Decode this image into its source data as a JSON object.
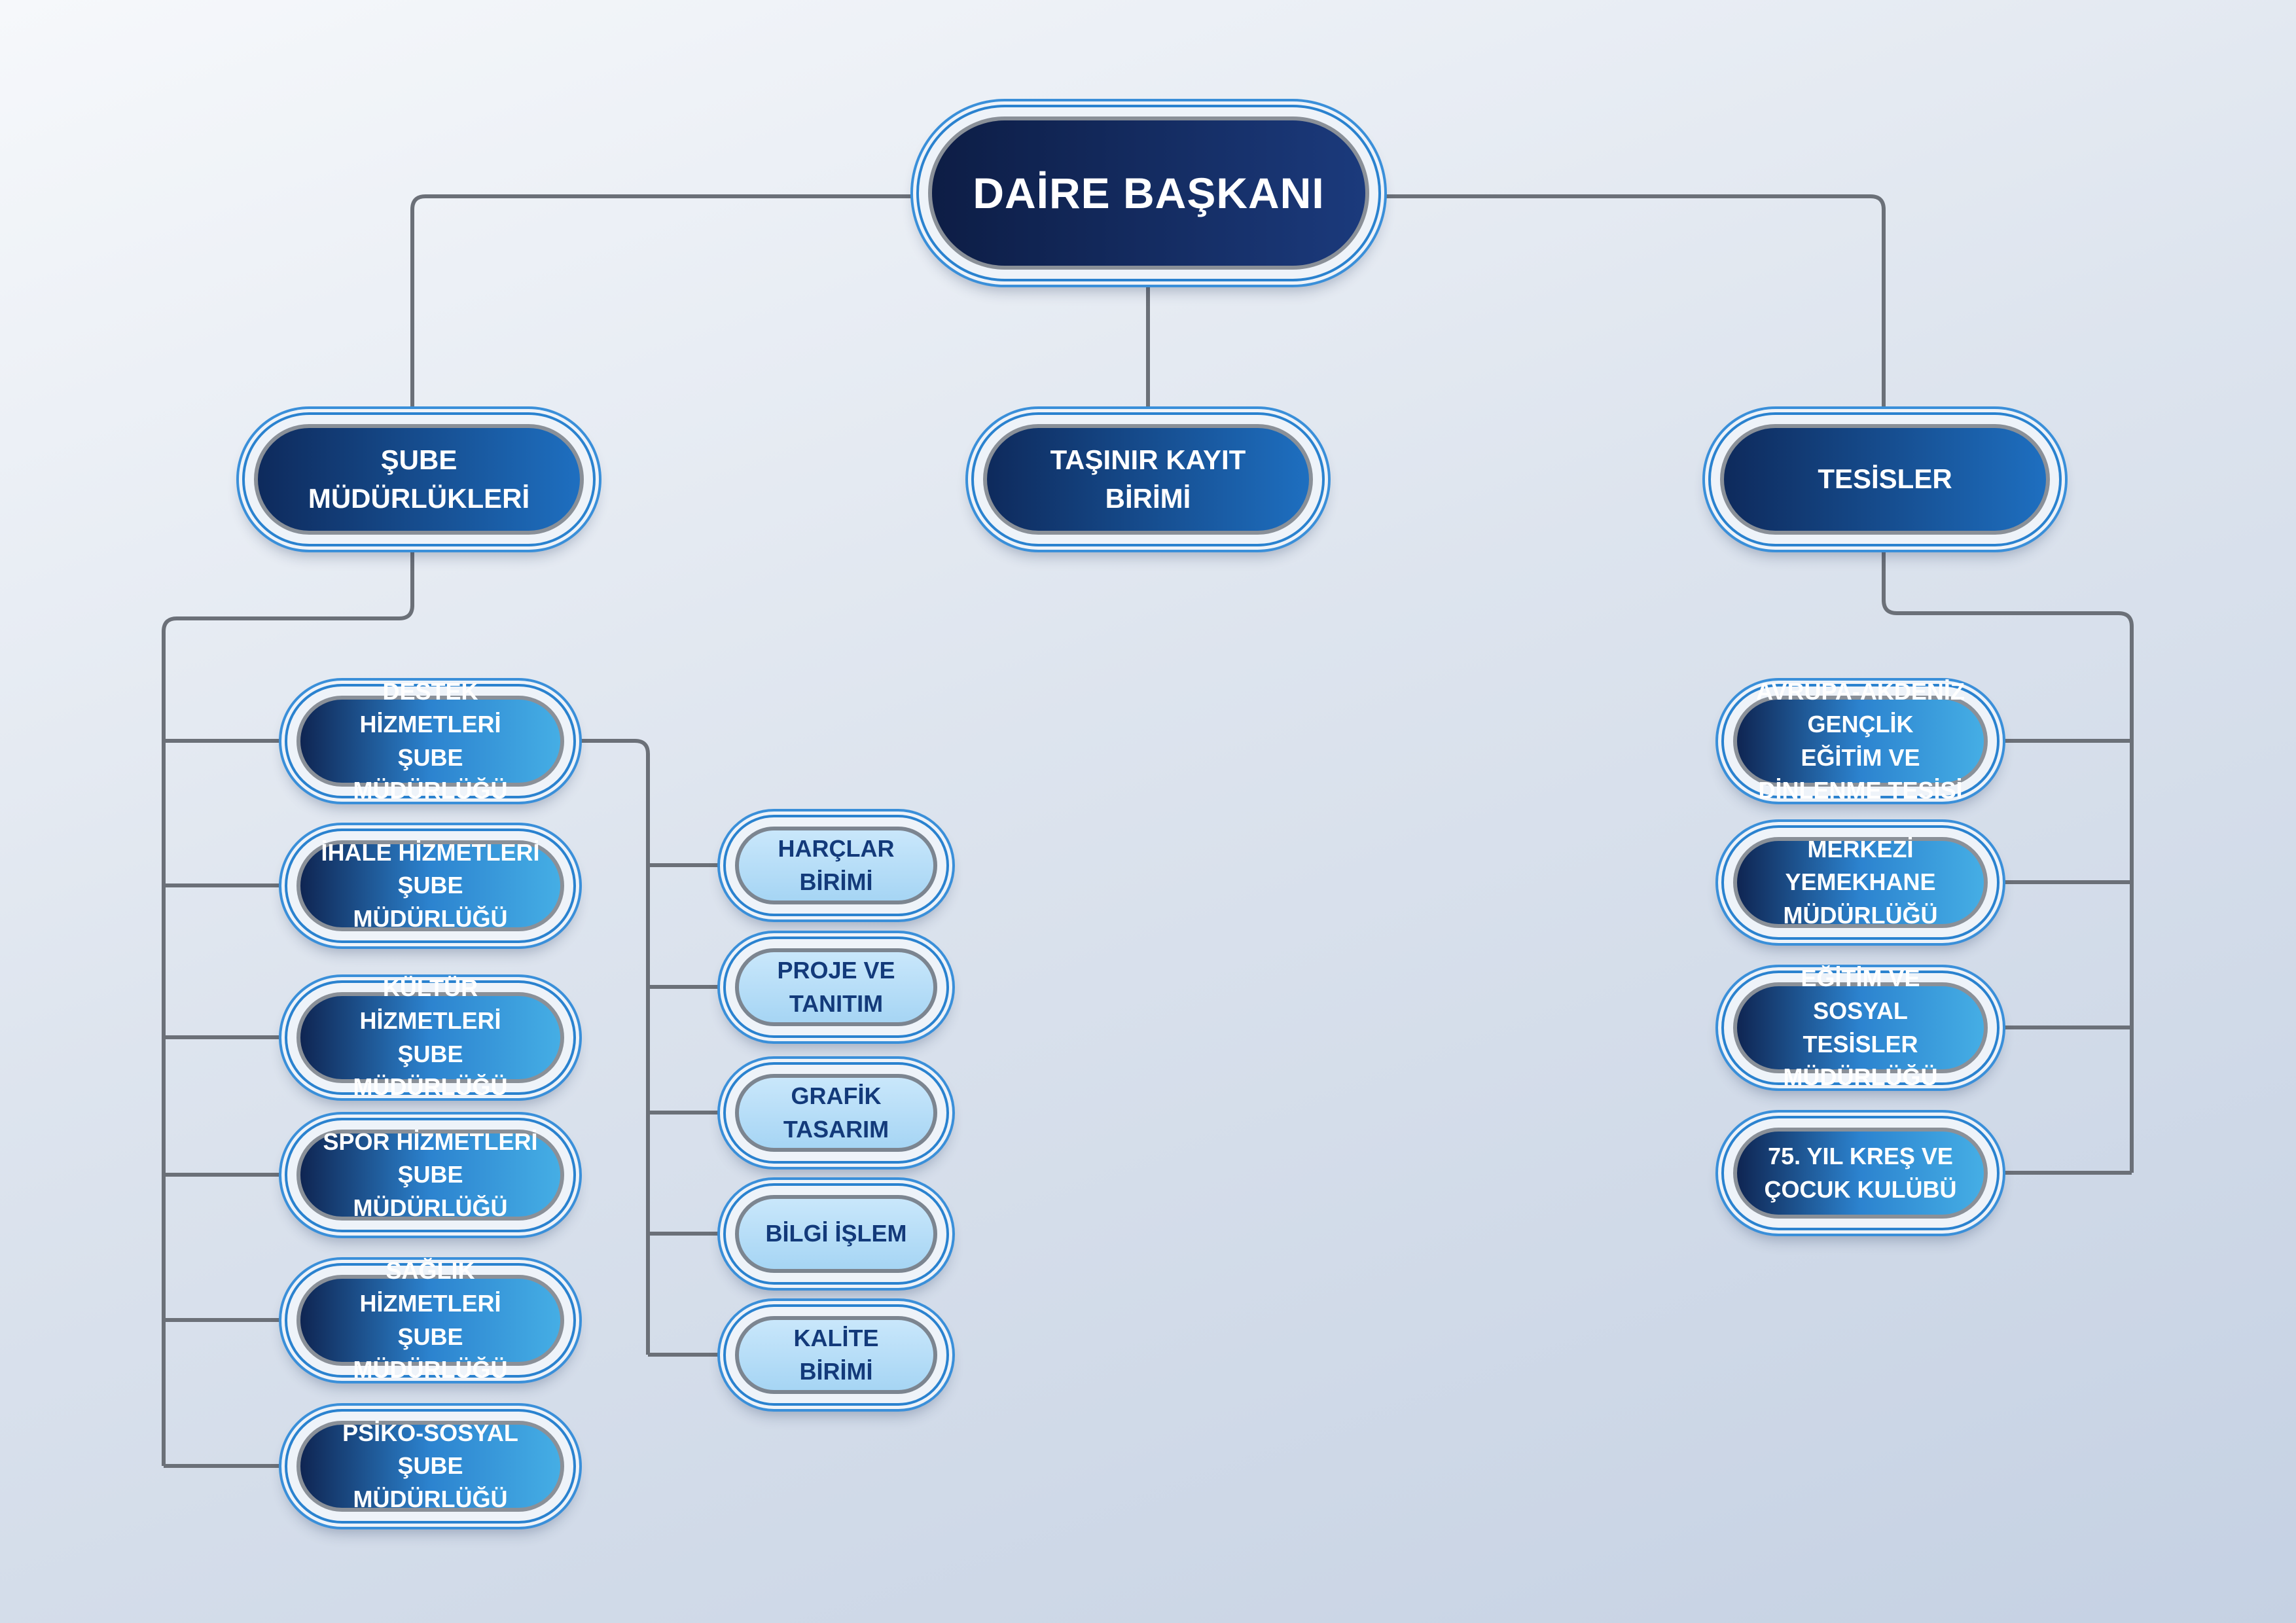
{
  "root": {
    "label": "DAİRE BAŞKANI"
  },
  "level1": [
    {
      "label": "ŞUBE MÜDÜRLÜKLERİ"
    },
    {
      "label": "TAŞINIR KAYIT BİRİMİ"
    },
    {
      "label": "TESİSLER"
    }
  ],
  "sube_mudurlukleri": [
    {
      "label": "DESTEK HİZMETLERİ\nŞUBE MÜDÜRLÜĞÜ"
    },
    {
      "label": "İHALE HİZMETLERİ\nŞUBE MÜDÜRLÜĞÜ"
    },
    {
      "label": "KÜLTÜR HİZMETLERİ\nŞUBE MÜDÜRLÜĞÜ"
    },
    {
      "label": "SPOR HİZMETLERİ\nŞUBE MÜDÜRLÜĞÜ"
    },
    {
      "label": "SAĞLIK HİZMETLERİ\nŞUBE MÜDÜRLÜĞÜ"
    },
    {
      "label": "PSİKO-SOSYAL\nŞUBE MÜDÜRLÜĞÜ"
    }
  ],
  "destek_birimleri": [
    {
      "label": "HARÇLAR BİRİMİ"
    },
    {
      "label": "PROJE VE TANITIM"
    },
    {
      "label": "GRAFİK TASARIM"
    },
    {
      "label": "BİLGİ İŞLEM"
    },
    {
      "label": "KALİTE BİRİMİ"
    }
  ],
  "tesisler": [
    {
      "label": "AVRUPA-AKDENİZ GENÇLİK\nEĞİTİM VE DİNLENME TESİSİ"
    },
    {
      "label": "MERKEZİ YEMEKHANE\nMÜDÜRLÜĞÜ"
    },
    {
      "label": "EĞİTİM VE SOSYAL\nTESİSLER MÜDÜRLÜĞÜ"
    },
    {
      "label": "75. YIL KREŞ VE\nÇOCUK KULÜBÜ"
    }
  ],
  "colors": {
    "root_fill": "#0d1d45",
    "level1_fill": "#1e6fc0",
    "unit_fill": "#45aee5",
    "sub_fill": "#a6d5f4",
    "connector": "#6b7078",
    "ring": "#2a82cf"
  }
}
